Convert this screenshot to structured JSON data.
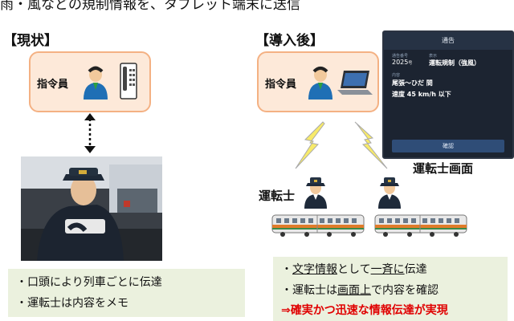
{
  "title": "雨・風などの規制情報を、タブレット端末に送信",
  "before": {
    "heading": "【現状】",
    "dispatcher_label": "指令員",
    "bullets": [
      "・口頭により列車ごとに伝達",
      "・運転士は内容をメモ"
    ]
  },
  "after": {
    "heading": "【導入後】",
    "dispatcher_label": "指令員",
    "driver_label": "運転士",
    "screen_label": "運転士画面",
    "bullet1": {
      "pre": "・",
      "u1": "文字情報",
      "mid": "として",
      "u2": "一斉に",
      "post": "伝達"
    },
    "bullet2": {
      "pre": "・運転士は",
      "u1": "画面上",
      "post": "で内容を確認"
    },
    "conclusion": "⇒確実かつ迅速な情報伝達が実現"
  },
  "tablet": {
    "header": "通告",
    "k1": "通告番号",
    "k2": "表示",
    "number": "2025",
    "number_suffix": "号",
    "type": "運転規制（強風）",
    "k3": "内容",
    "section": "尾張〜ひだ 間",
    "speed": "速度 45 km/h 以下",
    "button": "確認"
  },
  "colors": {
    "box_fill": "#fde9d9",
    "box_border": "#f4b183",
    "bullet_bg": "#ebf1de",
    "accent_red": "#e00000"
  }
}
